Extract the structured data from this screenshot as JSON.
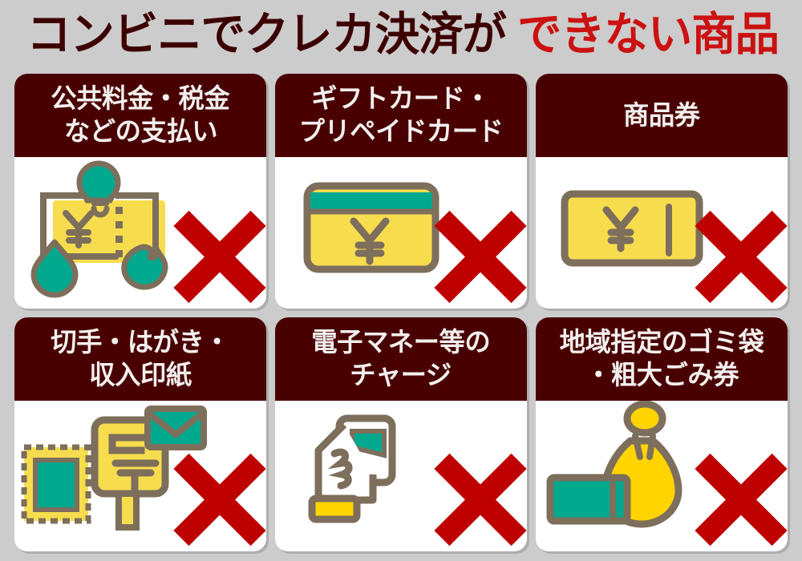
{
  "title": {
    "dark_part": "コンビニでクレカ決済が",
    "red_part": "できない商品",
    "dark_color": "#3d0000",
    "red_color": "#cc1111"
  },
  "theme": {
    "background": "#cccccc",
    "header_bg": "#490000",
    "header_text": "#f2f0ee",
    "card_bg": "#ffffff",
    "cross_red": "#be0000",
    "icon_yellow": "#f7dd4e",
    "icon_gold": "#ffd400",
    "icon_teal": "#00a88e",
    "icon_outline": "#7d6f5c"
  },
  "cards": [
    {
      "id": "utility-bills",
      "title_lines": [
        "公共料金・税金",
        "などの支払い"
      ],
      "icon_name": "utility-bill-icon",
      "cross_label": "not-allowed-cross"
    },
    {
      "id": "gift-prepaid-card",
      "title_lines": [
        "ギフトカード・",
        "プリペイドカード"
      ],
      "icon_name": "prepaid-card-icon",
      "cross_label": "not-allowed-cross"
    },
    {
      "id": "gift-certificate",
      "title_lines": [
        "商品券"
      ],
      "icon_name": "gift-voucher-icon",
      "cross_label": "not-allowed-cross"
    },
    {
      "id": "stamps-postcards",
      "title_lines": [
        "切手・はがき・",
        "収入印紙"
      ],
      "icon_name": "postage-stamp-mailbox-icon",
      "cross_label": "not-allowed-cross"
    },
    {
      "id": "emoney-charge",
      "title_lines": [
        "電子マネー等の",
        "チャージ"
      ],
      "icon_name": "hand-card-reader-icon",
      "cross_label": "not-allowed-cross"
    },
    {
      "id": "garbage-bag-ticket",
      "title_lines": [
        "地域指定のゴミ袋",
        "・粗大ごみ券"
      ],
      "icon_name": "garbage-bag-ticket-icon",
      "cross_label": "not-allowed-cross"
    }
  ]
}
